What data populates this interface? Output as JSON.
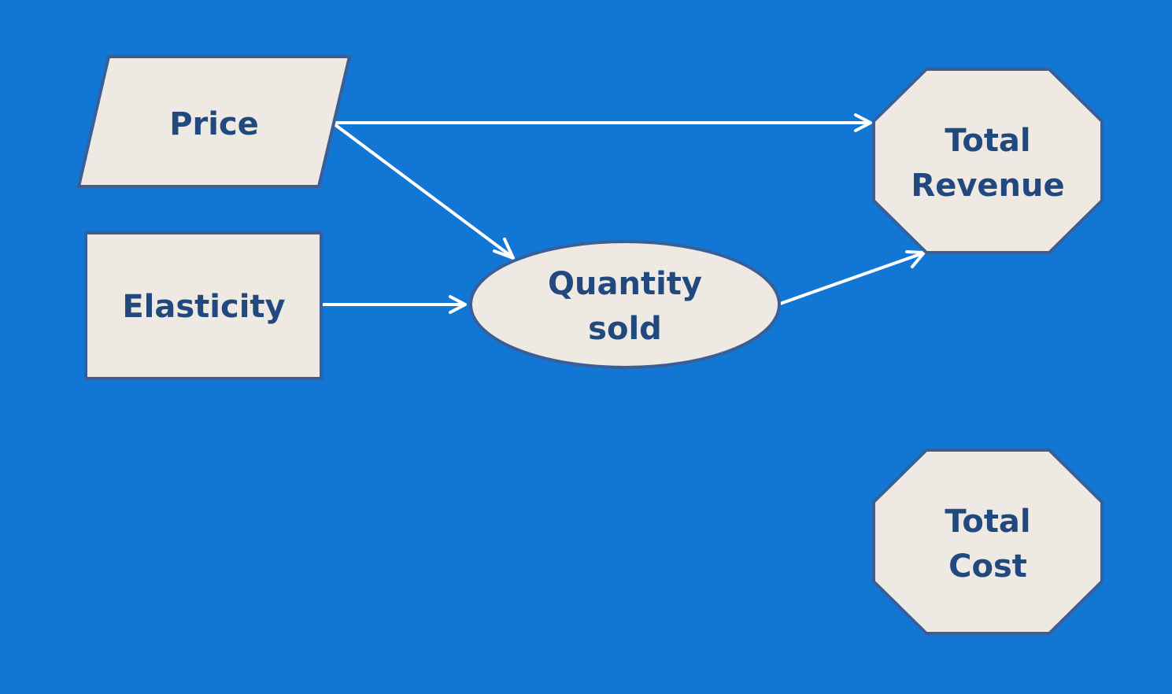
{
  "diagram": {
    "background": "#1277d4",
    "node_fill": "#eeeae3",
    "node_stroke": "#3a5f96",
    "text_color": "#21497e",
    "arrow_color": "#ffffff",
    "nodes": {
      "price": {
        "shape": "parallelogram",
        "lines": [
          "Price"
        ]
      },
      "elasticity": {
        "shape": "rectangle",
        "lines": [
          "Elasticity"
        ]
      },
      "quantity": {
        "shape": "ellipse",
        "lines": [
          "Quantity",
          "sold"
        ]
      },
      "revenue": {
        "shape": "octagon",
        "lines": [
          "Total",
          "Revenue"
        ]
      },
      "cost": {
        "shape": "octagon",
        "lines": [
          "Total",
          "Cost"
        ]
      }
    },
    "edges": [
      {
        "from": "price",
        "to": "revenue"
      },
      {
        "from": "price",
        "to": "quantity"
      },
      {
        "from": "elasticity",
        "to": "quantity"
      },
      {
        "from": "quantity",
        "to": "revenue"
      }
    ]
  }
}
